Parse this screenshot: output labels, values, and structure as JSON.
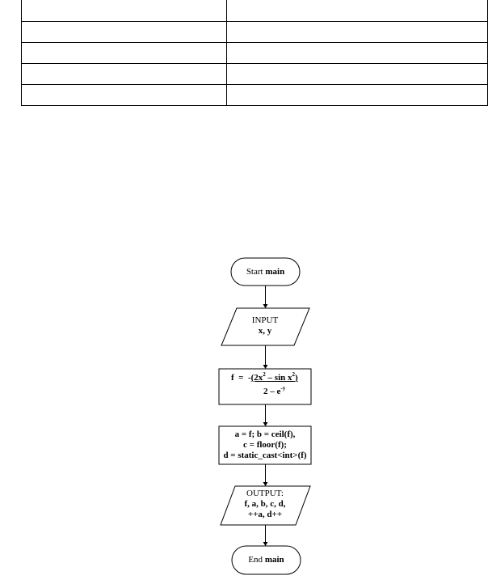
{
  "table": {
    "rows": [
      [
        "",
        ""
      ],
      [
        "",
        ""
      ],
      [
        "",
        ""
      ],
      [
        "",
        ""
      ],
      [
        "",
        ""
      ]
    ]
  },
  "flowchart": {
    "start": {
      "prefix": "Start",
      "name": "main"
    },
    "input": {
      "title": "INPUT",
      "vars": "x, y"
    },
    "formula": {
      "lhs": "f",
      "eq": "=",
      "sign": "-",
      "numerator_open": "(2x",
      "numerator_exp1": "2",
      "numerator_mid": " – sin x",
      "numerator_exp2": "2",
      "numerator_close": ")",
      "denominator_base": "2 – e",
      "denominator_exp": "-y"
    },
    "process": {
      "line1": "a = f; b = ceil(f),",
      "line2": "c = floor(f);",
      "line3": "d = static_cast<int>(f)"
    },
    "output": {
      "title": "OUTPUT:",
      "line1": "f, a, b, c, d,",
      "line2": "++a, d++"
    },
    "end": {
      "prefix": "End",
      "name": "main"
    }
  }
}
